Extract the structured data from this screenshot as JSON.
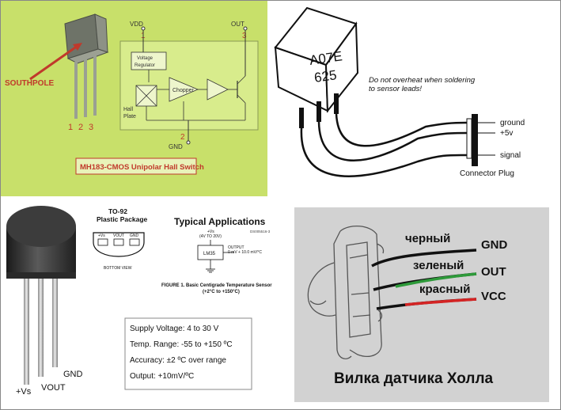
{
  "hall_switch": {
    "southpole": "SOUTHPOLE",
    "pins": [
      "1",
      "2",
      "3"
    ],
    "vdd": "VDD",
    "vdd_pin": "1",
    "out": "OUT",
    "out_pin": "3",
    "gnd": "GND",
    "gnd_pin": "2",
    "regulator_line1": "Voltage",
    "regulator_line2": "Regulator",
    "chopper": "Chopper",
    "hall_line1": "Hall",
    "hall_line2": "Plate",
    "title": "MH183-CMOS Unipolar Hall Switch"
  },
  "sensor_plug": {
    "marking_line1": "A07E",
    "marking_line2": "625",
    "note_line1": "Do not overheat when soldering",
    "note_line2": "to sensor leads!",
    "ground": "ground",
    "plus5v": "+5v",
    "signal": "signal",
    "connector": "Connector Plug"
  },
  "lm35": {
    "package_line1": "TO-92",
    "package_line2": "Plastic Package",
    "pin_labels": [
      "+Vs",
      "VOUT",
      "GND"
    ],
    "bottom_view": "BOTTOM VIEW",
    "typical": "Typical Applications",
    "code": "DS005516-3",
    "vs_line1": "+Vs",
    "vs_line2": "(4V TO 20V)",
    "chip": "LM35",
    "output_line1": "OUTPUT",
    "output_line2": "0 mV + 10.0 mV/°C",
    "figure_line1": "FIGURE 1. Basic Centigrade Temperature Sensor",
    "figure_line2": "(+2°C to +150°C)",
    "specs": [
      "Supply Voltage: 4 to 30 V",
      "Temp. Range: -55 to +150 ºC",
      "Accuracy: ±2 ºC over range",
      "Output: +10mV/ºC"
    ],
    "leg_vs": "+Vs",
    "leg_vout": "VOUT",
    "leg_gnd": "GND"
  },
  "hall_plug": {
    "wire_black": "черный",
    "wire_green": "зеленый",
    "wire_red": "красный",
    "gnd": "GND",
    "out": "OUT",
    "vcc": "VCC",
    "caption": "Вилка датчика Холла"
  }
}
